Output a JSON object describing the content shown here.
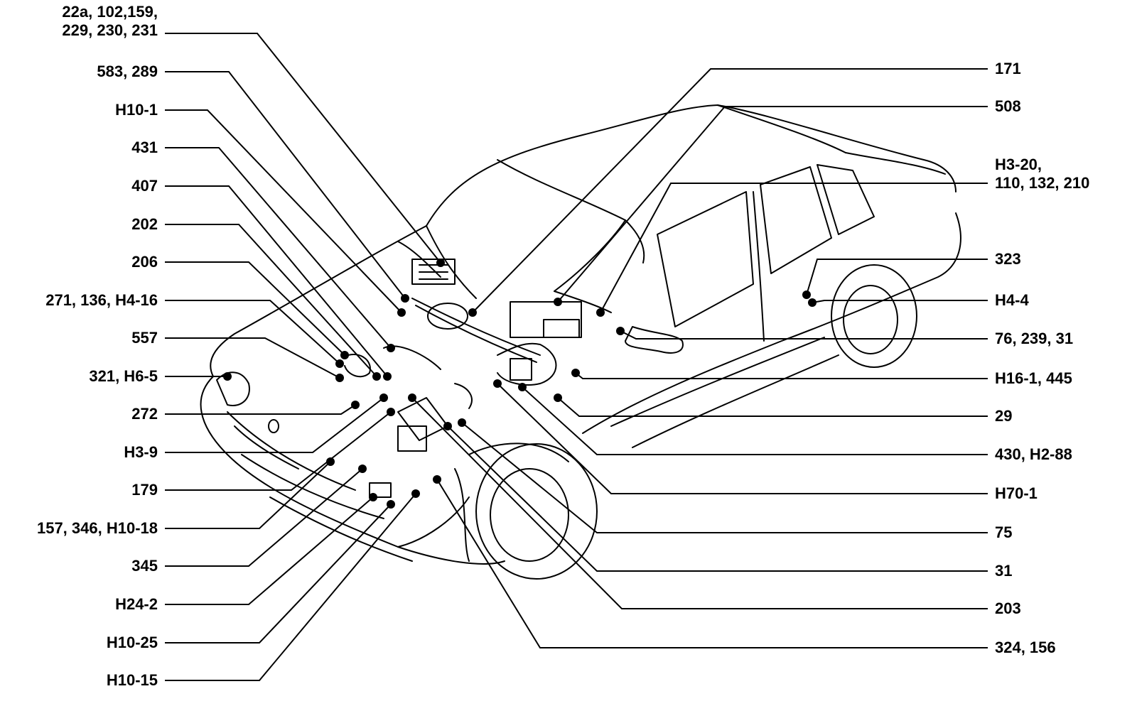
{
  "diagram": {
    "left_callouts": [
      {
        "id": "l1",
        "label": "22a, 102,159,\n229, 230, 231"
      },
      {
        "id": "l2",
        "label": "583, 289"
      },
      {
        "id": "l3",
        "label": "H10-1"
      },
      {
        "id": "l4",
        "label": "431"
      },
      {
        "id": "l5",
        "label": "407"
      },
      {
        "id": "l6",
        "label": "202"
      },
      {
        "id": "l7",
        "label": "206"
      },
      {
        "id": "l8",
        "label": "271, 136, H4-16"
      },
      {
        "id": "l9",
        "label": "557"
      },
      {
        "id": "l10",
        "label": "321, H6-5"
      },
      {
        "id": "l11",
        "label": "272"
      },
      {
        "id": "l12",
        "label": "H3-9"
      },
      {
        "id": "l13",
        "label": "179"
      },
      {
        "id": "l14",
        "label": "157, 346, H10-18"
      },
      {
        "id": "l15",
        "label": "345"
      },
      {
        "id": "l16",
        "label": "H24-2"
      },
      {
        "id": "l17",
        "label": "H10-25"
      },
      {
        "id": "l18",
        "label": "H10-15"
      }
    ],
    "right_callouts": [
      {
        "id": "r1",
        "label": "171"
      },
      {
        "id": "r2",
        "label": "508"
      },
      {
        "id": "r3",
        "label": "H3-20,\n110, 132, 210"
      },
      {
        "id": "r4",
        "label": "323"
      },
      {
        "id": "r5",
        "label": "H4-4"
      },
      {
        "id": "r6",
        "label": "76, 239, 31"
      },
      {
        "id": "r7",
        "label": "H16-1, 445"
      },
      {
        "id": "r8",
        "label": "29"
      },
      {
        "id": "r9",
        "label": "430, H2-88"
      },
      {
        "id": "r10",
        "label": "H70-1"
      },
      {
        "id": "r11",
        "label": "75"
      },
      {
        "id": "r12",
        "label": "31"
      },
      {
        "id": "r13",
        "label": "203"
      },
      {
        "id": "r14",
        "label": "324, 156"
      }
    ]
  }
}
